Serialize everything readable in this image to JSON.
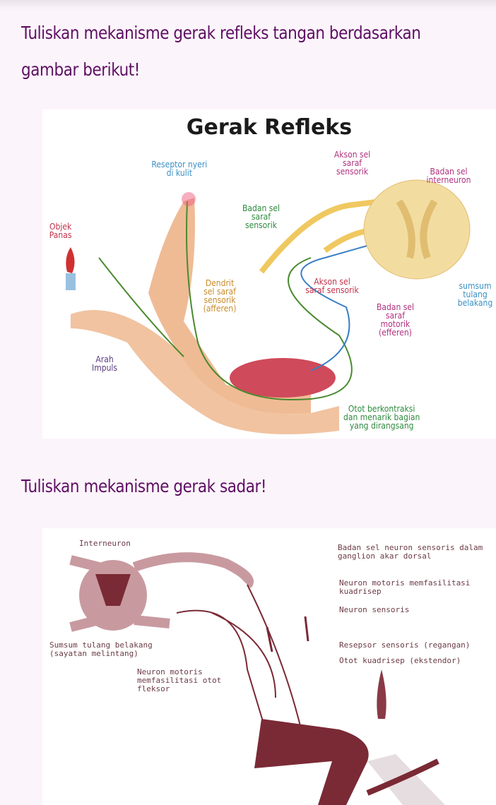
{
  "question1": {
    "line1": "Tuliskan mekanisme gerak refleks tangan berdasarkan",
    "line2": "gambar berikut!"
  },
  "figure1": {
    "title": "Gerak Refleks",
    "labels": {
      "reseptor": [
        "Reseptor nyeri",
        "di kulit"
      ],
      "objek": [
        "Objek",
        "Panas"
      ],
      "akson_sensorik_top": [
        "Akson sel",
        "saraf",
        "sensorik"
      ],
      "badan_interneuron": [
        "Badan sel",
        "interneuron"
      ],
      "badan_sensorik": [
        "Badan sel",
        "saraf",
        "sensorik"
      ],
      "dendrit": [
        "Dendrit",
        "sel saraf",
        "sensorik",
        "(afferen)"
      ],
      "akson_sensorik_mid": [
        "Akson sel",
        "saraf sensorik"
      ],
      "sumsum": [
        "sumsum",
        "tulang",
        "belakang"
      ],
      "badan_motorik": [
        "Badan sel",
        "saraf",
        "motorik",
        "(efferen)"
      ],
      "arah": [
        "Arah",
        "Impuls"
      ],
      "otot": [
        "Otot berkontraksi",
        "dan menarik bagian",
        "yang dirangsang"
      ]
    },
    "colors": {
      "blue": "#3a8fc4",
      "red": "#c0324a",
      "magenta": "#b0307e",
      "green": "#2e8a3e",
      "orange": "#c98a2a",
      "purple": "#5b3a80"
    }
  },
  "question2": {
    "line1": "Tuliskan mekanisme gerak sadar!"
  },
  "figure2": {
    "labels": {
      "interneuron": "Interneuron",
      "badan_sel": [
        "Badan sel neuron sensoris dalam",
        "ganglion akar dorsal"
      ],
      "neuron_motoris_kuadrisep": [
        "Neuron motoris memfasilitasi",
        "kuadrisep"
      ],
      "neuron_sensoris": "Neuron sensoris",
      "sumsum": [
        "Sumsum tulang belakang",
        "(sayatan melintang)"
      ],
      "reseptor": "Resepsor sensoris (regangan)",
      "otot": "Otot kuadrisep (ekstendor)",
      "neuron_motoris_fleksor": [
        "Neuron motoris",
        "memfasilitasi otot",
        "fleksor"
      ]
    },
    "colors": {
      "ink": "#7a2a35",
      "text": "#6b3b45"
    }
  }
}
